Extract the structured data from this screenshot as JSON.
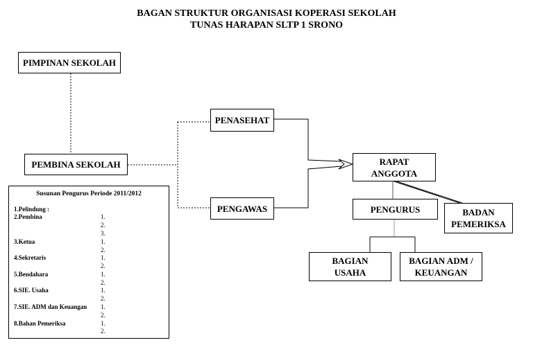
{
  "header": {
    "title_line1": "BAGAN STRUKTUR ORGANISASI KOPERASI SEKOLAH",
    "title_line2": "TUNAS HARAPAN SLTP 1 SRONO"
  },
  "nodes": {
    "pimpinan": "PIMPINAN SEKOLAH",
    "pembina": "PEMBINA SEKOLAH",
    "penasehat": "PENASEHAT",
    "pengawas": "PENGAWAS",
    "rapat_line1": "RAPAT",
    "rapat_line2": "ANGGOTA",
    "pengurus": "PENGURUS",
    "badan_line1": "BADAN",
    "badan_line2": "PEMERIKSA",
    "usaha_line1": "BAGIAN",
    "usaha_line2": "USAHA",
    "adm_line1": "BAGIAN ADM /",
    "adm_line2": "KEUANGAN"
  },
  "panel": {
    "title": "Susunan Pengurus Periode 2011/2012",
    "rows": [
      {
        "label": "1.Pelindung  :",
        "num": ""
      },
      {
        "label": "2.Pembina",
        "num": "1."
      },
      {
        "label": "",
        "num": "2."
      },
      {
        "label": "",
        "num": "3."
      },
      {
        "label": "3.Ketua",
        "num": "1."
      },
      {
        "label": "",
        "num": "2."
      },
      {
        "label": "4.Sekretaris",
        "num": "1."
      },
      {
        "label": "",
        "num": "2."
      },
      {
        "label": "5.Bendahara",
        "num": "1."
      },
      {
        "label": "",
        "num": "2."
      },
      {
        "label": "6.SIE. Usaha",
        "num": "1."
      },
      {
        "label": "",
        "num": "2."
      },
      {
        "label": "7.SIE. ADM dan Keuangan",
        "num": "1."
      },
      {
        "label": "",
        "num": "2."
      },
      {
        "label": "8.Bahan Pemeriksa",
        "num": "1."
      },
      {
        "label": "",
        "num": "2."
      }
    ]
  }
}
